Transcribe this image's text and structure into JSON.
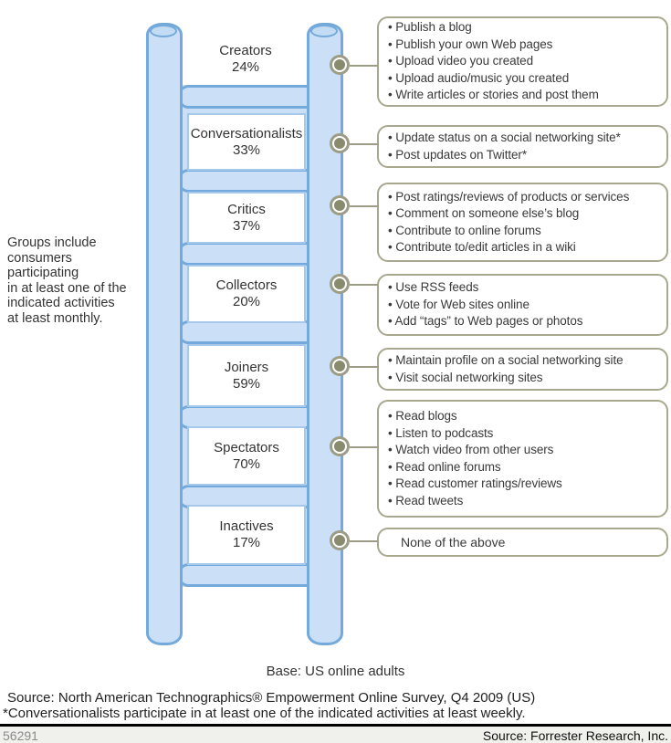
{
  "title": "Social Technographics ladder of US online adults",
  "colors": {
    "rail_border": "#74a9db",
    "rail_fill": "#cbe0f6",
    "group_box_border": "#a6c8ea",
    "callout_border": "#a8a88f",
    "connector": "#9c9c87",
    "dot_fill": "#8a8a6e",
    "footer_bg": "#f0f0ed",
    "text": "#3a3a3a"
  },
  "ladder": {
    "groups": [
      {
        "name": "Creators",
        "pct": "24%",
        "activities": [
          "Publish a blog",
          "Publish your own Web pages",
          "Upload video you created",
          "Upload audio/music you created",
          "Write articles or stories and post them"
        ]
      },
      {
        "name": "Conversationalists",
        "pct": "33%",
        "activities": [
          "Update status on a social networking site*",
          "Post updates on Twitter*"
        ]
      },
      {
        "name": "Critics",
        "pct": "37%",
        "activities": [
          "Post ratings/reviews of products or services",
          "Comment on someone else’s blog",
          "Contribute to online forums",
          "Contribute to/edit articles in a wiki"
        ]
      },
      {
        "name": "Collectors",
        "pct": "20%",
        "activities": [
          "Use RSS feeds",
          "Vote for Web sites online",
          "Add “tags” to Web pages or photos"
        ]
      },
      {
        "name": "Joiners",
        "pct": "59%",
        "activities": [
          "Maintain profile on a social networking site",
          "Visit social networking sites"
        ]
      },
      {
        "name": "Spectators",
        "pct": "70%",
        "activities": [
          "Read blogs",
          "Listen to podcasts",
          "Watch video from other users",
          "Read online forums",
          "Read customer ratings/reviews",
          "Read tweets"
        ]
      },
      {
        "name": "Inactives",
        "pct": "17%",
        "activities": [
          "None of the above"
        ]
      }
    ]
  },
  "note_left": "Groups include\nconsumers\nparticipating\nin at least one of the\nindicated activities\nat least monthly.",
  "base_note": "Base: US online adults",
  "source_line": "Source: North American Technographics® Empowerment Online Survey, Q4 2009 (US)",
  "footnote": "*Conversationalists participate in at least one of the indicated activities at least weekly.",
  "footer": {
    "doc_number": "56291",
    "source": "Source: Forrester Research, Inc."
  }
}
